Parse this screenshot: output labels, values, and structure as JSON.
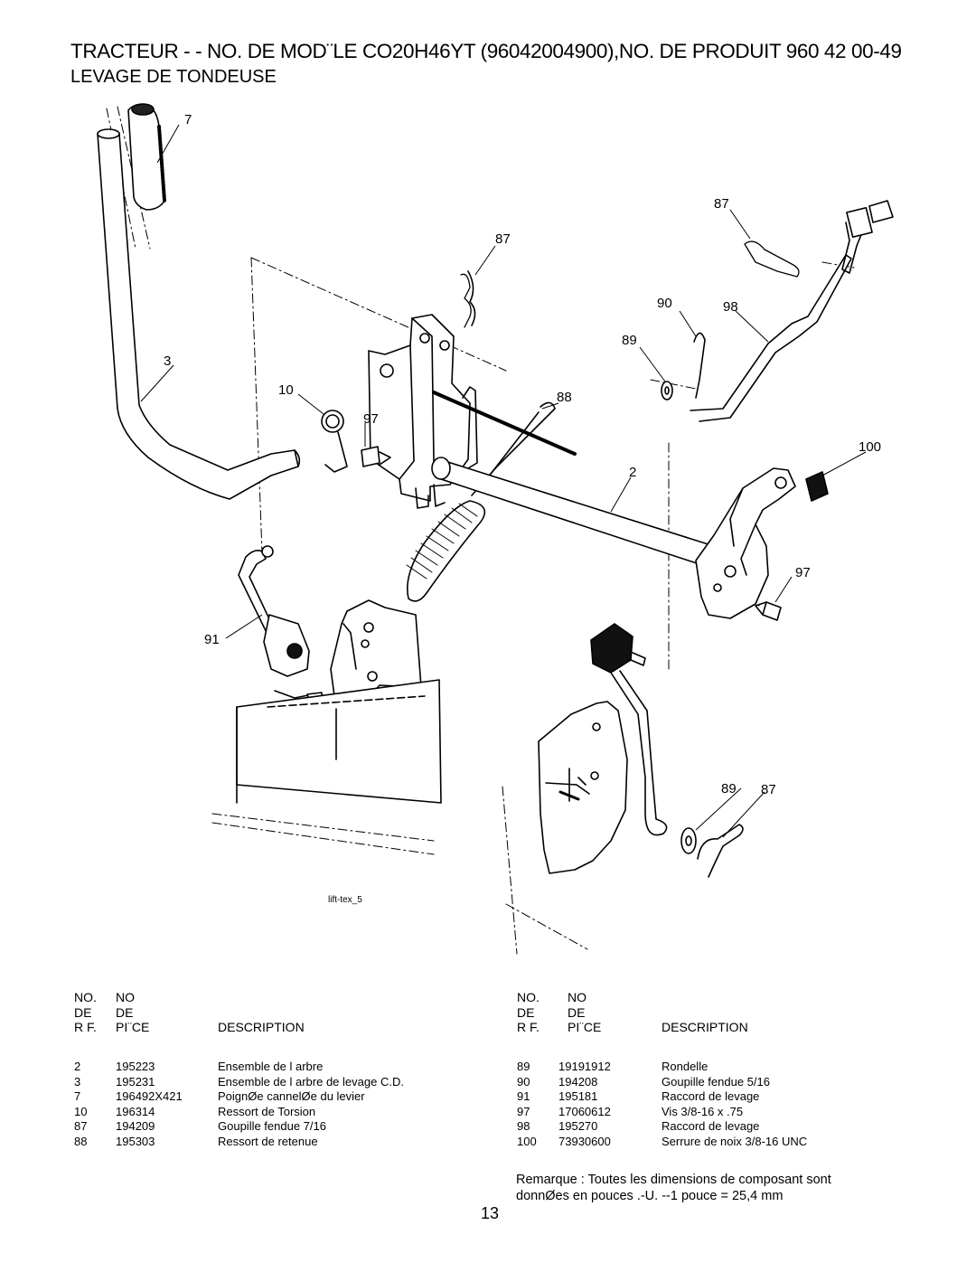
{
  "header": {
    "title": "TRACTEUR - - NO. DE MOD¨LE CO20H46YT (96042004900),NO. DE PRODUIT 960 42 00-49",
    "subtitle": "LEVAGE DE TONDEUSE"
  },
  "diagram": {
    "caption": "lift-tex_5",
    "callouts": [
      "7",
      "87",
      "87",
      "3",
      "90",
      "98",
      "89",
      "10",
      "88",
      "97",
      "100",
      "2",
      "97",
      "91",
      "89",
      "87"
    ]
  },
  "tables": [
    {
      "headers": {
        "ref": [
          "NO.",
          "DE",
          "R F."
        ],
        "part": [
          "NO",
          "DE",
          "PI¨CE"
        ],
        "desc": "DESCRIPTION"
      },
      "rows": [
        {
          "ref": "2",
          "part": "195223",
          "desc": "Ensemble de l arbre"
        },
        {
          "ref": "3",
          "part": "195231",
          "desc": "Ensemble de l arbre de levage C.D."
        },
        {
          "ref": "7",
          "part": "196492X421",
          "desc": "PoignØe cannelØe du levier"
        },
        {
          "ref": "10",
          "part": "196314",
          "desc": "Ressort  de Torsion"
        },
        {
          "ref": "87",
          "part": "194209",
          "desc": "Goupille  fendue 7/16"
        },
        {
          "ref": "88",
          "part": "195303",
          "desc": "Ressort de retenue"
        }
      ]
    },
    {
      "headers": {
        "ref": [
          "NO.",
          "DE",
          "R F."
        ],
        "part": [
          "NO",
          "DE",
          "PI¨CE"
        ],
        "desc": "DESCRIPTION"
      },
      "rows": [
        {
          "ref": "89",
          "part": "19191912",
          "desc": "Rondelle"
        },
        {
          "ref": "90",
          "part": "194208",
          "desc": "Goupille  fendue  5/16"
        },
        {
          "ref": "91",
          "part": "195181",
          "desc": "Raccord de levage"
        },
        {
          "ref": "97",
          "part": "17060612",
          "desc": "Vis 3/8-16 x .75"
        },
        {
          "ref": "98",
          "part": "195270",
          "desc": "Raccord de levage"
        },
        {
          "ref": "100",
          "part": "73930600",
          "desc": "Serrure de noix 3/8-16 UNC"
        }
      ]
    }
  ],
  "note": {
    "line1": "Remarque : Toutes les dimensions de composant sont",
    "line2": "donnØes en pouces  .-U. --1 pouce = 25,4 mm"
  },
  "page_number": "13"
}
